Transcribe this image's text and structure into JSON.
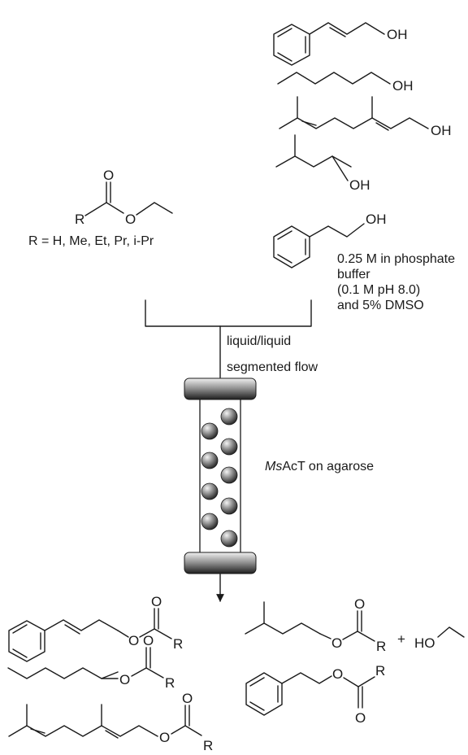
{
  "atoms": {
    "oh": "OH",
    "o": "O",
    "r": "R",
    "ho": "HO",
    "plus": "+"
  },
  "ester_reagent": {
    "r_definition": "R = H, Me, Et, Pr, i-Pr"
  },
  "alcohol_conditions": [
    "0.25 M in phosphate",
    "buffer",
    "(0.1 M pH 8.0)",
    "and 5% DMSO"
  ],
  "flow_label": [
    "liquid/liquid",
    "segmented flow"
  ],
  "reactor": {
    "enzyme_italic": "Ms",
    "enzyme_rest": "AcT on agarose",
    "bead_count": 9
  }
}
